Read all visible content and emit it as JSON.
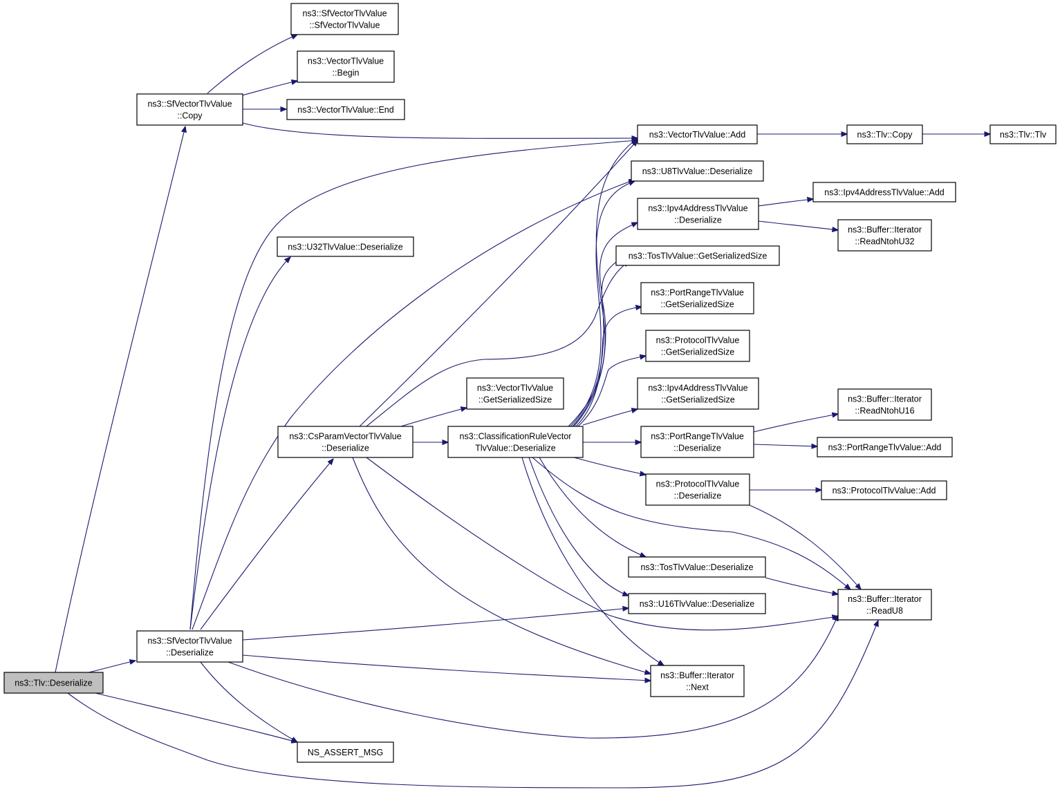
{
  "colors": {
    "edge": "#191970",
    "root_fill": "#bfbfbf",
    "node_fill": "#ffffff",
    "border": "#000000"
  },
  "nodes": {
    "tlv-deserialize": {
      "lines": [
        "ns3::Tlv::Deserialize"
      ]
    },
    "sfvector-copy": {
      "lines": [
        "ns3::SfVectorTlvValue",
        "::Copy"
      ]
    },
    "sfvector-ctor": {
      "lines": [
        "ns3::SfVectorTlvValue",
        "::SfVectorTlvValue"
      ]
    },
    "vector-begin": {
      "lines": [
        "ns3::VectorTlvValue",
        "::Begin"
      ]
    },
    "vector-end": {
      "lines": [
        "ns3::VectorTlvValue::End"
      ]
    },
    "vector-add": {
      "lines": [
        "ns3::VectorTlvValue::Add"
      ]
    },
    "tlv-copy": {
      "lines": [
        "ns3::Tlv::Copy"
      ]
    },
    "tlv-tlv": {
      "lines": [
        "ns3::Tlv::Tlv"
      ]
    },
    "u8-deserialize": {
      "lines": [
        "ns3::U8TlvValue::Deserialize"
      ]
    },
    "ipv4-deserialize": {
      "lines": [
        "ns3::Ipv4AddressTlvValue",
        "::Deserialize"
      ]
    },
    "ipv4-add": {
      "lines": [
        "ns3::Ipv4AddressTlvValue::Add"
      ]
    },
    "read-ntohu32": {
      "lines": [
        "ns3::Buffer::Iterator",
        "::ReadNtohU32"
      ]
    },
    "u32-deserialize": {
      "lines": [
        "ns3::U32TlvValue::Deserialize"
      ]
    },
    "tos-getsize": {
      "lines": [
        "ns3::TosTlvValue::GetSerializedSize"
      ]
    },
    "portrange-getsize": {
      "lines": [
        "ns3::PortRangeTlvValue",
        "::GetSerializedSize"
      ]
    },
    "protocol-getsize": {
      "lines": [
        "ns3::ProtocolTlvValue",
        "::GetSerializedSize"
      ]
    },
    "vector-getsize": {
      "lines": [
        "ns3::VectorTlvValue",
        "::GetSerializedSize"
      ]
    },
    "ipv4-getsize": {
      "lines": [
        "ns3::Ipv4AddressTlvValue",
        "::GetSerializedSize"
      ]
    },
    "read-ntohu16": {
      "lines": [
        "ns3::Buffer::Iterator",
        "::ReadNtohU16"
      ]
    },
    "csparam-deserialize": {
      "lines": [
        "ns3::CsParamVectorTlvValue",
        "::Deserialize"
      ]
    },
    "classification-deserialize": {
      "lines": [
        "ns3::ClassificationRuleVector",
        "TlvValue::Deserialize"
      ]
    },
    "portrange-deserialize": {
      "lines": [
        "ns3::PortRangeTlvValue",
        "::Deserialize"
      ]
    },
    "portrange-add": {
      "lines": [
        "ns3::PortRangeTlvValue::Add"
      ]
    },
    "protocol-deserialize": {
      "lines": [
        "ns3::ProtocolTlvValue",
        "::Deserialize"
      ]
    },
    "protocol-add": {
      "lines": [
        "ns3::ProtocolTlvValue::Add"
      ]
    },
    "tos-deserialize": {
      "lines": [
        "ns3::TosTlvValue::Deserialize"
      ]
    },
    "read-u8": {
      "lines": [
        "ns3::Buffer::Iterator",
        "::ReadU8"
      ]
    },
    "u16-deserialize": {
      "lines": [
        "ns3::U16TlvValue::Deserialize"
      ]
    },
    "sfvector-deserialize": {
      "lines": [
        "ns3::SfVectorTlvValue",
        "::Deserialize"
      ]
    },
    "iterator-next": {
      "lines": [
        "ns3::Buffer::Iterator",
        "::Next"
      ]
    },
    "ns-assert-msg": {
      "lines": [
        "NS_ASSERT_MSG"
      ]
    }
  }
}
